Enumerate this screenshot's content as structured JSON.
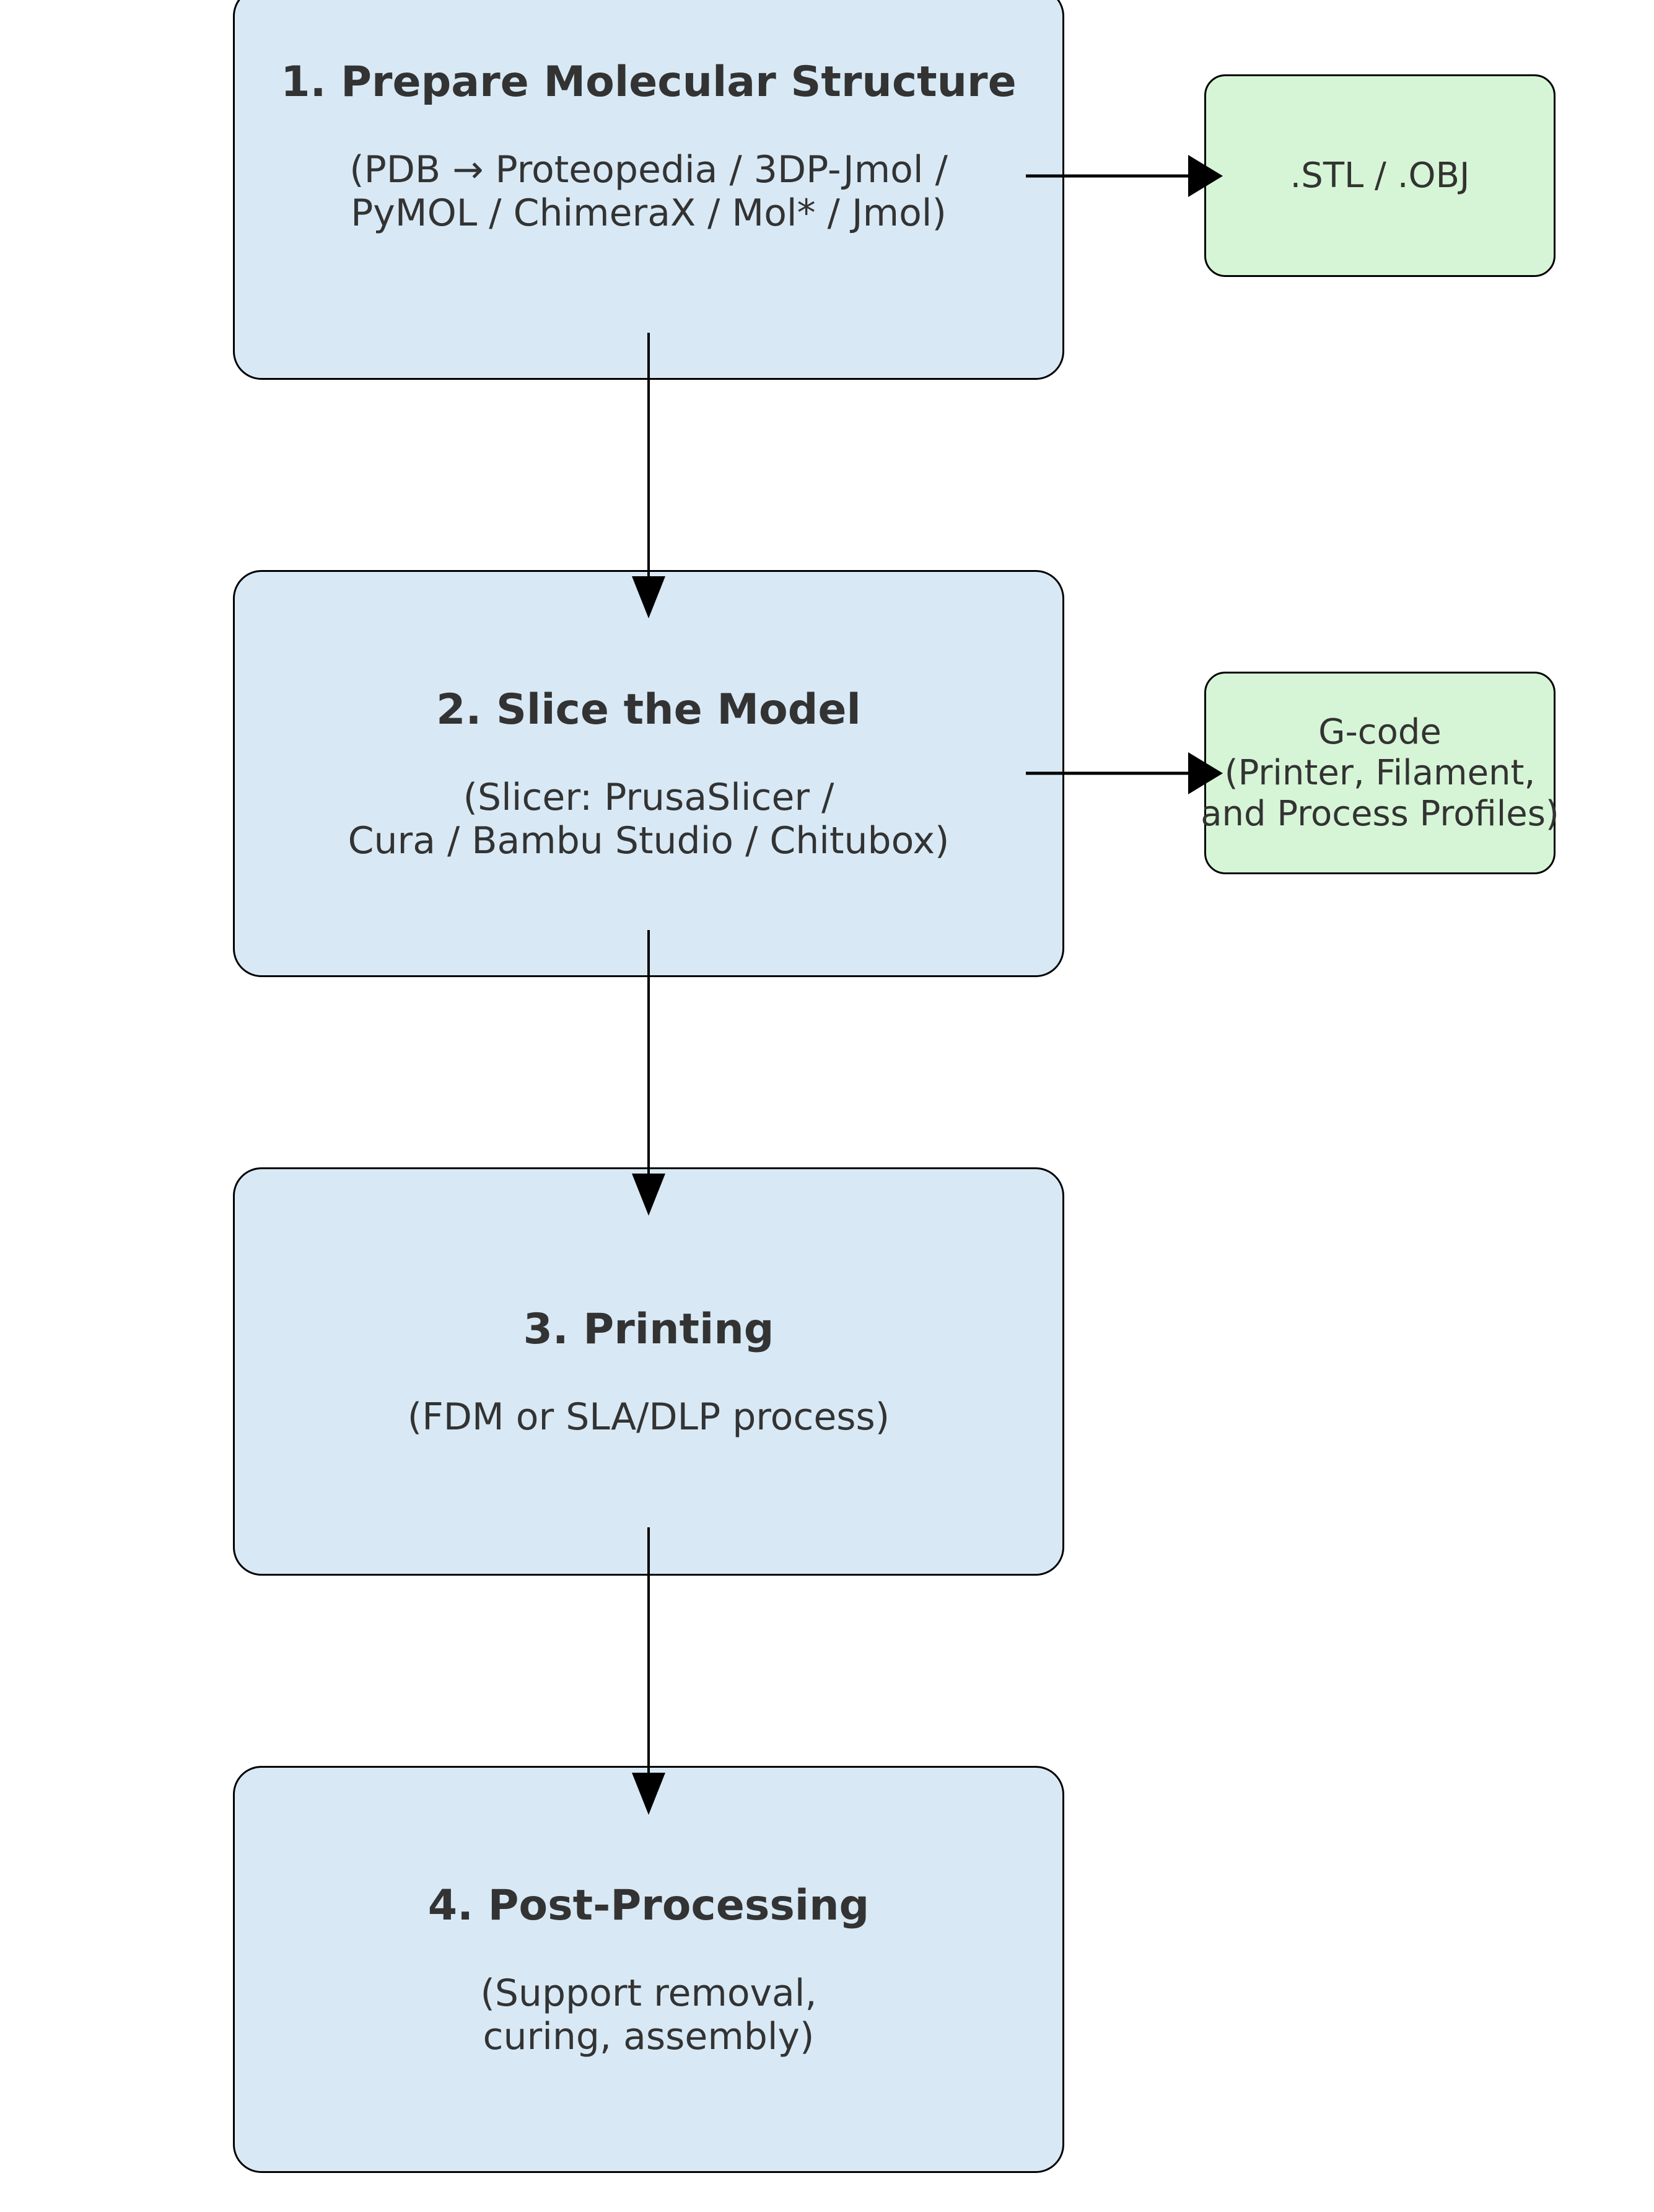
{
  "steps": [
    {
      "title": "1. Prepare Molecular Structure",
      "subtitle": "(PDB → Proteopedia / 3DP-Jmol /\nPyMOL / ChimeraX / Mol* / Jmol)"
    },
    {
      "title": "2. Slice the Model",
      "subtitle": "(Slicer: PrusaSlicer /\nCura / Bambu Studio / Chitubox)"
    },
    {
      "title": "3. Printing",
      "subtitle": "(FDM or SLA/DLP process)"
    },
    {
      "title": "4. Post-Processing",
      "subtitle": "(Support removal,\ncuring, assembly)"
    }
  ],
  "outputs": [
    {
      "label": ".STL / .OBJ"
    },
    {
      "label": "G-code\n(Printer, Filament,\nand Process Profiles)"
    }
  ],
  "colors": {
    "step_fill": "#d8e9f5",
    "output_fill": "#d6f5d6",
    "text": "#333333",
    "stroke": "#000000"
  }
}
